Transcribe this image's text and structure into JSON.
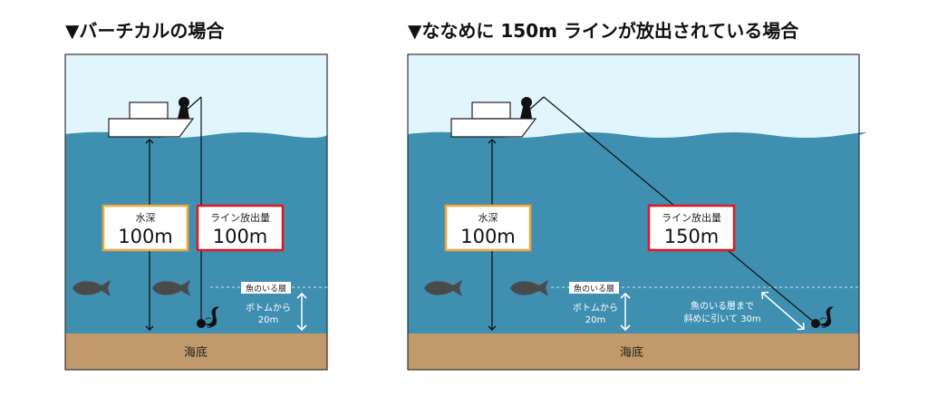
{
  "colors": {
    "sky": "#e0f6fc",
    "water": "#3f8fb0",
    "seabed": "#c19a6b",
    "depth_box": "#f2a73b",
    "line_box": "#e8141c",
    "fish": "#4a4a4a"
  },
  "left": {
    "title": "▼バーチカルの場合",
    "depth_label": "水深",
    "depth_value": "100m",
    "line_label": "ライン放出量",
    "line_value": "100m",
    "fish_layer": "魚のいる層",
    "from_bottom_1": "ボトムから",
    "from_bottom_2": "20m",
    "seabed": "海底"
  },
  "right": {
    "title": "▼ななめに 150m ラインが放出されている場合",
    "depth_label": "水深",
    "depth_value": "100m",
    "line_label": "ライン放出量",
    "line_value": "150m",
    "fish_layer": "魚のいる層",
    "from_bottom_1": "ボトムから",
    "from_bottom_2": "20m",
    "diag_1": "魚のいる層まで",
    "diag_2": "斜めに引いて 30m",
    "seabed": "海底"
  }
}
